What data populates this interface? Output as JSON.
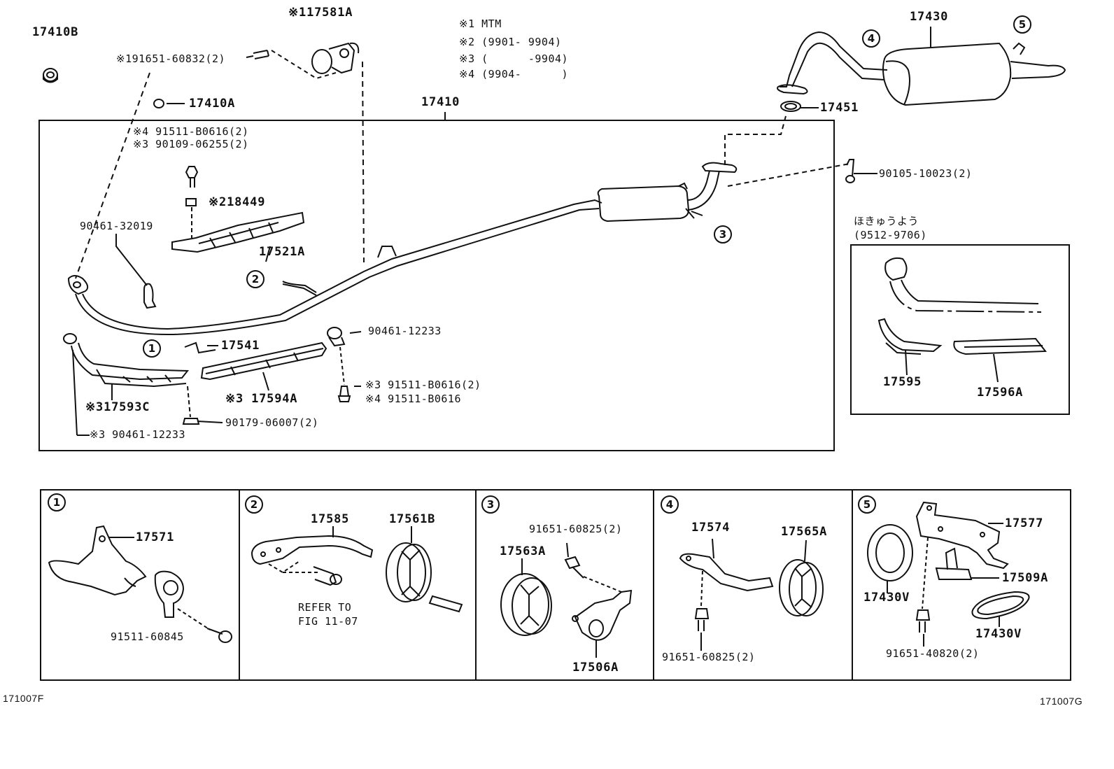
{
  "main": {
    "labels": {
      "p17410B": "17410B",
      "p17581A": "※117581A",
      "bolt_60832": "※191651-60832(2)",
      "p17410A": "17410A",
      "p17410": "17410",
      "p17451": "17451",
      "p17430": "17430",
      "bolt_90105": "90105-10023(2)",
      "note4_b0616": "※4 91511-B0616(2)",
      "note3_06255": "※3 90109-06255(2)",
      "p18449": "※218449",
      "p17521A": "17521A",
      "clamp_32019": "90461-32019",
      "p17541": "17541",
      "clamp_12233": "90461-12233",
      "p17593C": "※317593C",
      "p17594A": "※3 17594A",
      "note3_b0616": "※3 91511-B0616(2)",
      "note4_b0616b": "※4 91511-B0616",
      "nut_06007": "90179-06007(2)",
      "note3_12233": "※3 90461-12233"
    },
    "notes": [
      "※1 MTM",
      "※2 (9901- 9904)",
      "※3 (      -9904)",
      "※4 (9904-      )"
    ],
    "callouts": [
      "1",
      "2",
      "3",
      "4",
      "5"
    ]
  },
  "repair_box": {
    "title": "ほきゅうよう",
    "range": "(9512-9706)",
    "p17595": "17595",
    "p17596A": "17596A"
  },
  "details": {
    "d1": {
      "num": "1",
      "p17571": "17571",
      "bolt": "91511-60845"
    },
    "d2": {
      "num": "2",
      "p17585": "17585",
      "p17561B": "17561B",
      "refer1": "REFER TO",
      "refer2": "FIG 11-07"
    },
    "d3": {
      "num": "3",
      "bolt": "91651-60825(2)",
      "p17563A": "17563A",
      "p17506A": "17506A"
    },
    "d4": {
      "num": "4",
      "p17574": "17574",
      "p17565A": "17565A",
      "bolt": "91651-60825(2)"
    },
    "d5": {
      "num": "5",
      "p17577": "17577",
      "p17509A": "17509A",
      "p17430V_a": "17430V",
      "p17430V_b": "17430V",
      "bolt": "91651-40820(2)"
    }
  },
  "footer": {
    "left_code": "171007F",
    "right_code": "171007G"
  }
}
